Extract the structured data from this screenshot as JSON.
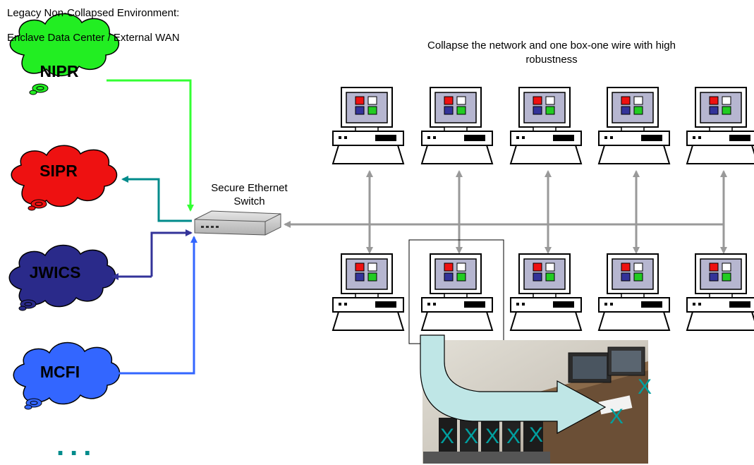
{
  "captions": {
    "left_title": "Legacy Non-Collapsed Environment:",
    "left_subtitle": "Enclave Data Center / External WAN",
    "right_title": "Collapse the network and one box-one wire with high robustness"
  },
  "switch": {
    "label": "Secure Ethernet Switch"
  },
  "networks": [
    {
      "name": "NIPR",
      "color": "#22ee22",
      "line_color": "#33ff33"
    },
    {
      "name": "SIPR",
      "color": "#ee1111",
      "line_color": "#008b8b"
    },
    {
      "name": "JWICS",
      "color": "#2a2a8a",
      "line_color": "#333399"
    },
    {
      "name": "MCFI",
      "color": "#3366ff",
      "line_color": "#3366ff"
    }
  ],
  "ellipsis": "...",
  "photo": {
    "x_marks": [
      "X",
      "X",
      "X",
      "X",
      "X",
      "X",
      "X"
    ],
    "x_color": "#00a0a0"
  },
  "computers": {
    "rows": 2,
    "columns": 5
  }
}
